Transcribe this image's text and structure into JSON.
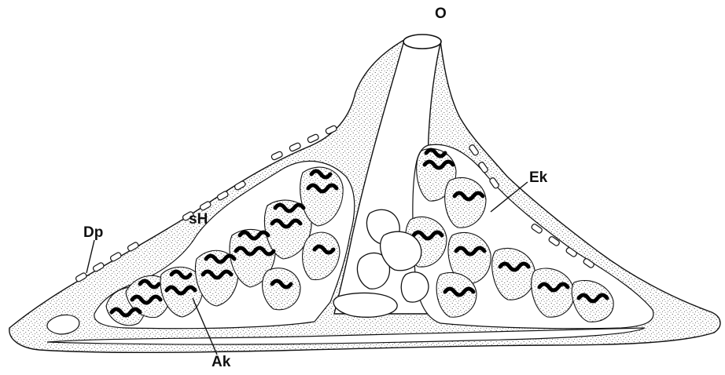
{
  "labels": {
    "o": "O",
    "ek": "Ek",
    "sh": "sH",
    "dp": "Dp",
    "ak": "Ak"
  },
  "colors": {
    "stipple": "#1a1a1a",
    "outline": "#111111",
    "background": "#ffffff",
    "ridge": "#000000"
  }
}
